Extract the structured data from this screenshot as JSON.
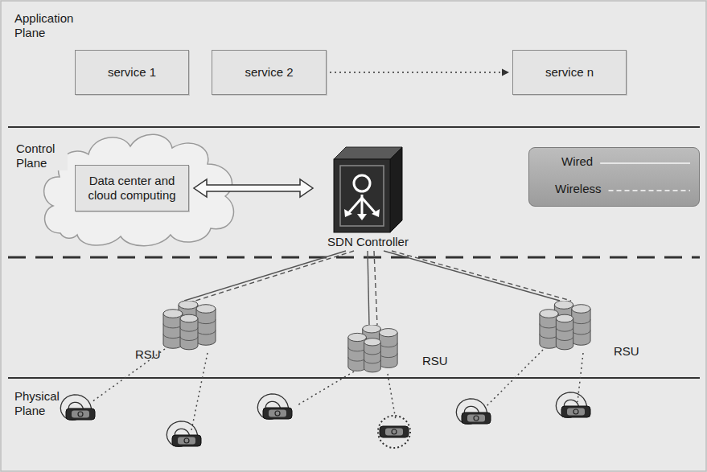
{
  "diagram": {
    "nodes": [
      {
        "text": [
          "service 1"
        ]
      },
      {
        "text": [
          "service 2"
        ]
      },
      {
        "text": [
          "service n"
        ]
      },
      {
        "text": [
          "Data center and cloud computing"
        ]
      },
      {
        "text": [
          "SDN Controller"
        ]
      },
      {
        "text": [
          "RSU"
        ]
      },
      {
        "text": [
          "RSU"
        ]
      },
      {
        "text": [
          "RSU"
        ]
      }
    ],
    "edges": [
      {
        "from": 1,
        "to": 2,
        "arrow": "to"
      },
      {
        "from": 3,
        "to": 4,
        "arrow": "both"
      },
      {
        "from": 4,
        "to": 5,
        "arrow": "none"
      },
      {
        "from": 4,
        "to": 5,
        "arrow": "none"
      },
      {
        "from": 4,
        "to": 6,
        "arrow": "none"
      },
      {
        "from": 4,
        "to": 6,
        "arrow": "none"
      },
      {
        "from": 4,
        "to": 7,
        "arrow": "none"
      },
      {
        "from": 4,
        "to": 7,
        "arrow": "none"
      }
    ],
    "labels": [
      "Application Plane",
      "Control Plane",
      "Physical Plane"
    ],
    "legend": [
      {
        "text": "Wired"
      },
      {
        "text": "Wireless"
      }
    ]
  }
}
